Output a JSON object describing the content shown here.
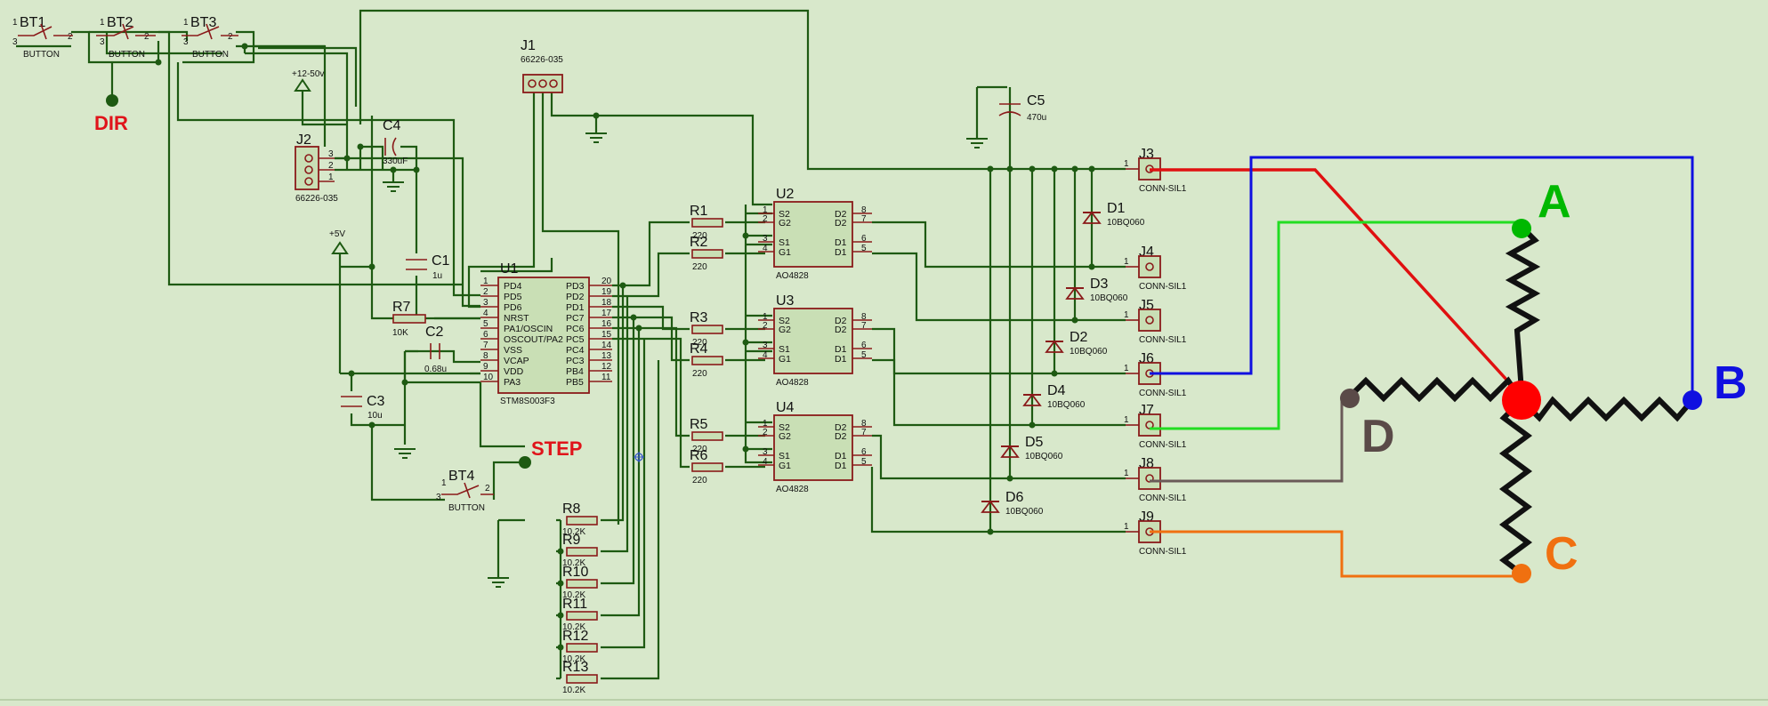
{
  "buttons": [
    {
      "ref": "BT1",
      "value": "BUTTON"
    },
    {
      "ref": "BT2",
      "value": "BUTTON"
    },
    {
      "ref": "BT3",
      "value": "BUTTON"
    },
    {
      "ref": "BT4",
      "value": "BUTTON"
    }
  ],
  "pin_numbers": {
    "one": "1",
    "two": "2",
    "three": "3",
    "four": "4",
    "five": "5",
    "six": "6",
    "seven": "7",
    "eight": "8"
  },
  "signals": {
    "dir": "DIR",
    "step": "STEP"
  },
  "power": {
    "supply": "+12-50v",
    "logic": "+5V"
  },
  "j1": {
    "ref": "J1",
    "value": "66226-035"
  },
  "j2": {
    "ref": "J2",
    "value": "66226-035"
  },
  "caps": {
    "c1": {
      "ref": "C1",
      "value": "1u"
    },
    "c2": {
      "ref": "C2",
      "value": "0.68u"
    },
    "c3": {
      "ref": "C3",
      "value": "10u"
    },
    "c4": {
      "ref": "C4",
      "value": "330uF"
    },
    "c5": {
      "ref": "C5",
      "value": "470u"
    }
  },
  "r7": {
    "ref": "R7",
    "value": "10K"
  },
  "gate_resistors": [
    {
      "ref": "R1",
      "value": "220"
    },
    {
      "ref": "R2",
      "value": "220"
    },
    {
      "ref": "R3",
      "value": "220"
    },
    {
      "ref": "R4",
      "value": "220"
    },
    {
      "ref": "R5",
      "value": "220"
    },
    {
      "ref": "R6",
      "value": "220"
    }
  ],
  "pulldowns": [
    {
      "ref": "R8",
      "value": "10.2K"
    },
    {
      "ref": "R9",
      "value": "10.2K"
    },
    {
      "ref": "R10",
      "value": "10.2K"
    },
    {
      "ref": "R11",
      "value": "10.2K"
    },
    {
      "ref": "R12",
      "value": "10.2K"
    },
    {
      "ref": "R13",
      "value": "10.2K"
    }
  ],
  "mcu": {
    "ref": "U1",
    "part": "STM8S003F3",
    "left_pins": [
      {
        "num": "1",
        "name": "PD4"
      },
      {
        "num": "2",
        "name": "PD5"
      },
      {
        "num": "3",
        "name": "PD6"
      },
      {
        "num": "4",
        "name": "NRST"
      },
      {
        "num": "5",
        "name": "PA1/OSCIN"
      },
      {
        "num": "6",
        "name": "OSCOUT/PA2"
      },
      {
        "num": "7",
        "name": "VSS"
      },
      {
        "num": "8",
        "name": "VCAP"
      },
      {
        "num": "9",
        "name": "VDD"
      },
      {
        "num": "10",
        "name": "PA3"
      }
    ],
    "right_pins": [
      {
        "num": "20",
        "name": "PD3"
      },
      {
        "num": "19",
        "name": "PD2"
      },
      {
        "num": "18",
        "name": "PD1"
      },
      {
        "num": "17",
        "name": "PC7"
      },
      {
        "num": "16",
        "name": "PC6"
      },
      {
        "num": "15",
        "name": "PC5"
      },
      {
        "num": "14",
        "name": "PC4"
      },
      {
        "num": "13",
        "name": "PC3"
      },
      {
        "num": "12",
        "name": "PB4"
      },
      {
        "num": "11",
        "name": "PB5"
      }
    ]
  },
  "mosfet_pins": {
    "s2": "S2",
    "g2": "G2",
    "s1": "S1",
    "g1": "G1",
    "d2": "D2",
    "d1": "D1"
  },
  "drivers": [
    {
      "ref": "U2",
      "part": "AO4828"
    },
    {
      "ref": "U3",
      "part": "AO4828"
    },
    {
      "ref": "U4",
      "part": "AO4828"
    }
  ],
  "diodes": [
    {
      "ref": "D1",
      "value": "10BQ060"
    },
    {
      "ref": "D2",
      "value": "10BQ060"
    },
    {
      "ref": "D3",
      "value": "10BQ060"
    },
    {
      "ref": "D4",
      "value": "10BQ060"
    },
    {
      "ref": "D5",
      "value": "10BQ060"
    },
    {
      "ref": "D6",
      "value": "10BQ060"
    }
  ],
  "connectors": [
    {
      "ref": "J3",
      "value": "CONN-SIL1"
    },
    {
      "ref": "J4",
      "value": "CONN-SIL1"
    },
    {
      "ref": "J5",
      "value": "CONN-SIL1"
    },
    {
      "ref": "J6",
      "value": "CONN-SIL1"
    },
    {
      "ref": "J7",
      "value": "CONN-SIL1"
    },
    {
      "ref": "J8",
      "value": "CONN-SIL1"
    },
    {
      "ref": "J9",
      "value": "CONN-SIL1"
    }
  ],
  "motor": {
    "phases": [
      {
        "label": "A",
        "color": "#00b800"
      },
      {
        "label": "B",
        "color": "#1010e0"
      },
      {
        "label": "C",
        "color": "#f07010"
      },
      {
        "label": "D",
        "color": "#5a4a48"
      }
    ],
    "center_color": "#ff0000",
    "wire_colors": {
      "j3": "#e01010",
      "j6": "#1010e0",
      "j7": "#22dd22",
      "j8": "#6a5a58",
      "j9": "#f07010"
    }
  }
}
